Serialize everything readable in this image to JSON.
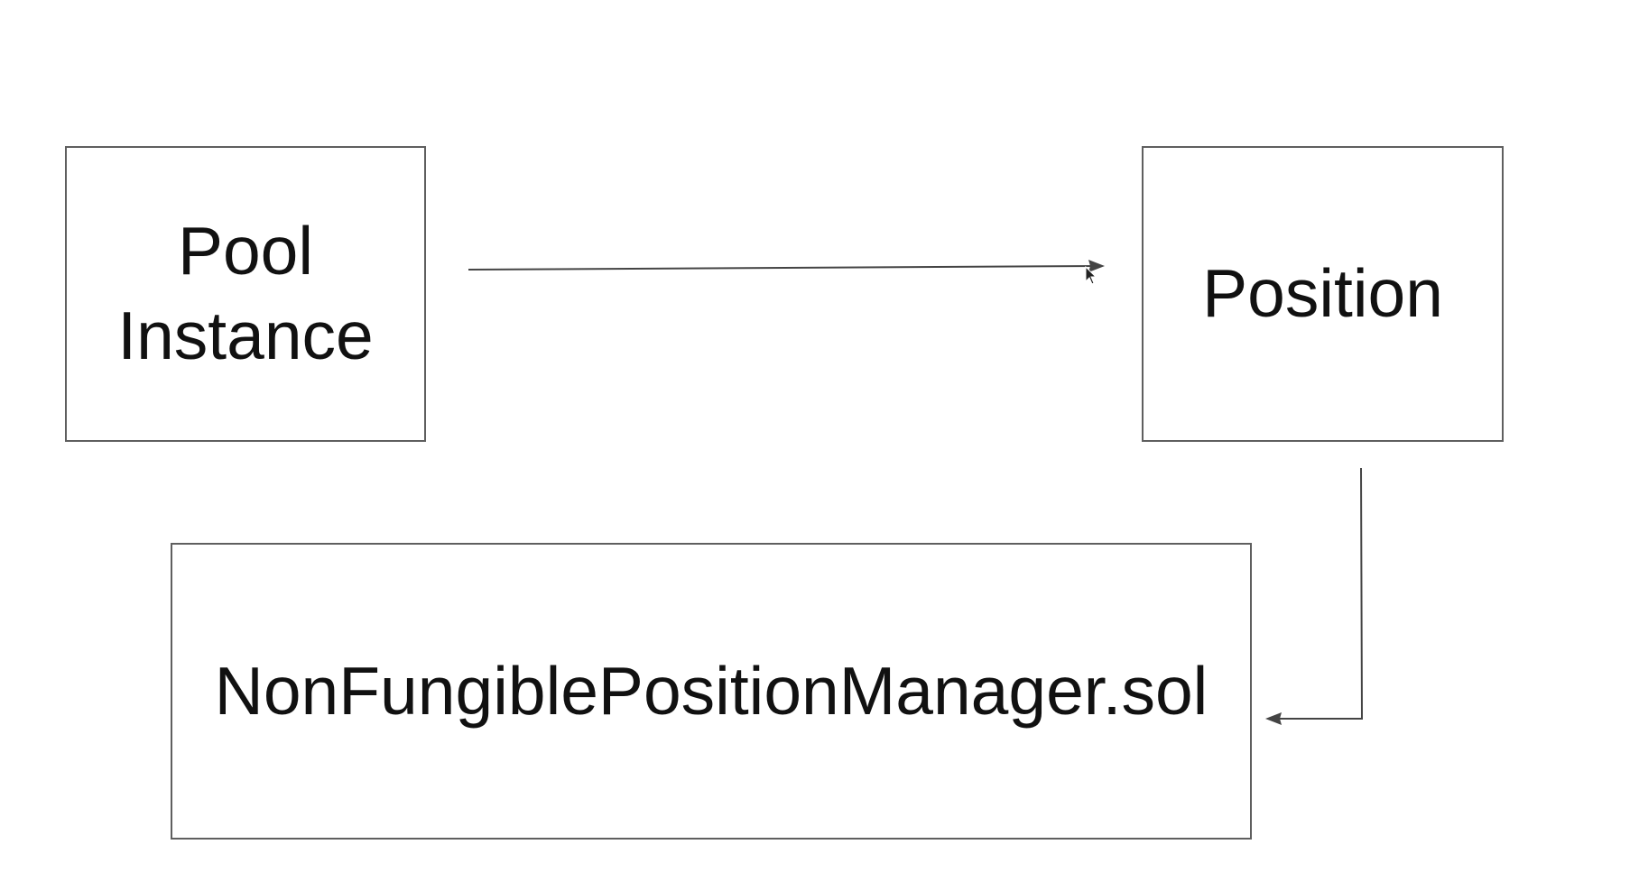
{
  "diagram": {
    "nodes": {
      "pool": {
        "label_line1": "Pool",
        "label_line2": "Instance"
      },
      "position": {
        "label": "Position"
      },
      "manager": {
        "label": "NonFungiblePositionManager.sol"
      }
    },
    "edges": [
      {
        "from": "pool",
        "to": "position"
      },
      {
        "from": "position",
        "to": "manager"
      }
    ]
  },
  "colors": {
    "background": "#ffffff",
    "box_border": "#5f5f5f",
    "line": "#444444",
    "text": "#111111"
  },
  "icons": {
    "pointer": "mouse-pointer-icon"
  }
}
